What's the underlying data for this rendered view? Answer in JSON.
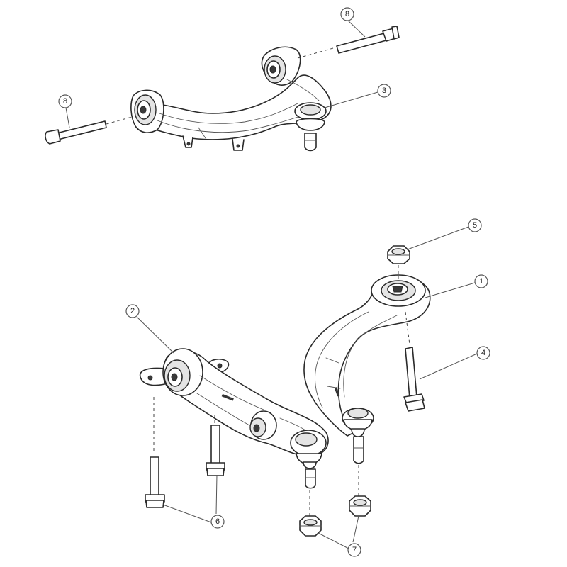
{
  "callouts": {
    "c1": "1",
    "c2": "2",
    "c3": "3",
    "c4": "4",
    "c5": "5",
    "c6": "6",
    "c7": "7",
    "c8_top": "8",
    "c8_left": "8"
  },
  "colors": {
    "line": "#2a2a2a",
    "fill": "#ffffff",
    "shade": "#e4e4e4"
  }
}
